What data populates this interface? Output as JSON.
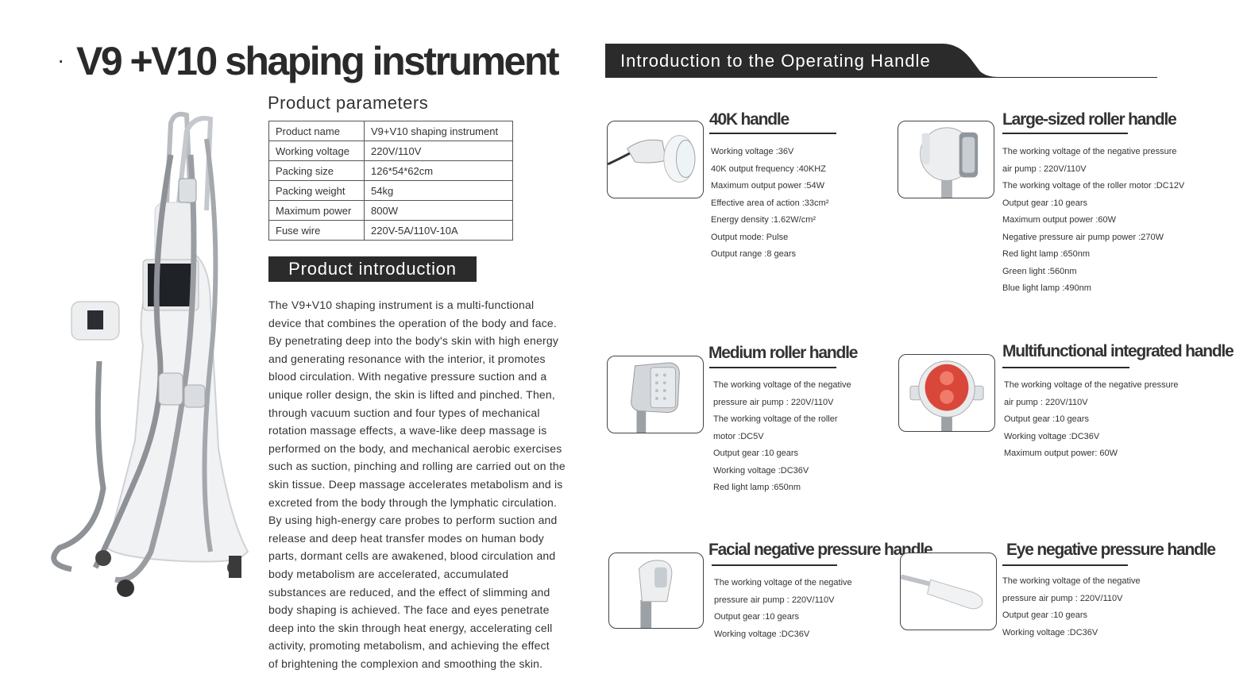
{
  "main_title": "V9 +V10 shaping instrument",
  "title_bullet": "·",
  "params": {
    "heading": "Product parameters",
    "rows": [
      {
        "label": "Product name",
        "value": "V9+V10 shaping instrument"
      },
      {
        "label": "Working voltage",
        "value": "220V/110V"
      },
      {
        "label": "Packing size",
        "value": "126*54*62cm"
      },
      {
        "label": "Packing weight",
        "value": "54kg"
      },
      {
        "label": "Maximum power",
        "value": "800W"
      },
      {
        "label": "Fuse wire",
        "value": "220V-5A/110V-10A"
      }
    ]
  },
  "intro": {
    "heading": "Product introduction",
    "lines": [
      "The V9+V10 shaping instrument is a multi-functional",
      "device that combines the operation of the body and face.",
      "By penetrating deep into the body's skin with high energy",
      "and generating resonance with the interior, it promotes",
      "blood circulation. With negative pressure suction and a",
      "unique roller design, the skin is lifted and pinched. Then,",
      "through vacuum suction and four types of mechanical",
      "rotation massage effects, a wave-like deep massage is",
      "performed on the body, and mechanical aerobic exercises",
      "such as suction, pinching and rolling are carried out on the",
      "skin tissue. Deep massage accelerates metabolism and is",
      "excreted from the body through the lymphatic circulation.",
      "By using high-energy care probes to perform suction and",
      "release and deep heat transfer modes on human body",
      "parts, dormant cells are awakened, blood circulation and",
      "body metabolism are accelerated, accumulated",
      "substances are reduced, and the effect of slimming and",
      "body shaping is achieved. The face and eyes penetrate",
      "deep into the skin through heat energy, accelerating cell",
      "activity, promoting metabolism, and achieving the effect",
      "of brightening the complexion and smoothing the skin."
    ]
  },
  "handle_section": {
    "heading": "Introduction to the Operating Handle",
    "handles": [
      {
        "title": "40K handle",
        "specs": [
          "Working voltage :36V",
          "40K output frequency :40KHZ",
          "Maximum output power :54W",
          "Effective area of action :33cm²",
          "Energy density :1.62W/cm²",
          "Output mode: Pulse",
          "Output range :8 gears"
        ]
      },
      {
        "title": "Large-sized roller handle",
        "specs": [
          "The working voltage of the negative pressure",
          "air pump : 220V/110V",
          "The working voltage of the roller motor :DC12V",
          "Output gear :10 gears",
          "Maximum output power :60W",
          "Negative pressure air pump power :270W",
          "Red light lamp :650nm",
          "Green light :560nm",
          "Blue light lamp :490nm"
        ]
      },
      {
        "title": "Medium roller handle",
        "specs": [
          "The working voltage of the negative",
          "pressure air pump : 220V/110V",
          "The working voltage of the roller",
          "motor :DC5V",
          "Output gear :10 gears",
          "Working voltage :DC36V",
          "Red light lamp :650nm"
        ]
      },
      {
        "title": "Multifunctional integrated handle",
        "specs": [
          "The working voltage of the negative pressure",
          "air pump : 220V/110V",
          "Output gear :10 gears",
          "Working voltage :DC36V",
          "Maximum output power: 60W"
        ]
      },
      {
        "title": "Facial negative pressure handle",
        "specs": [
          "The working voltage of the negative",
          "pressure air pump : 220V/110V",
          "Output gear :10 gears",
          "Working voltage :DC36V"
        ]
      },
      {
        "title": "Eye negative pressure handle",
        "specs": [
          "The working voltage of the negative",
          "pressure air pump : 220V/110V",
          "Output gear :10 gears",
          "Working voltage :DC36V"
        ]
      }
    ]
  }
}
